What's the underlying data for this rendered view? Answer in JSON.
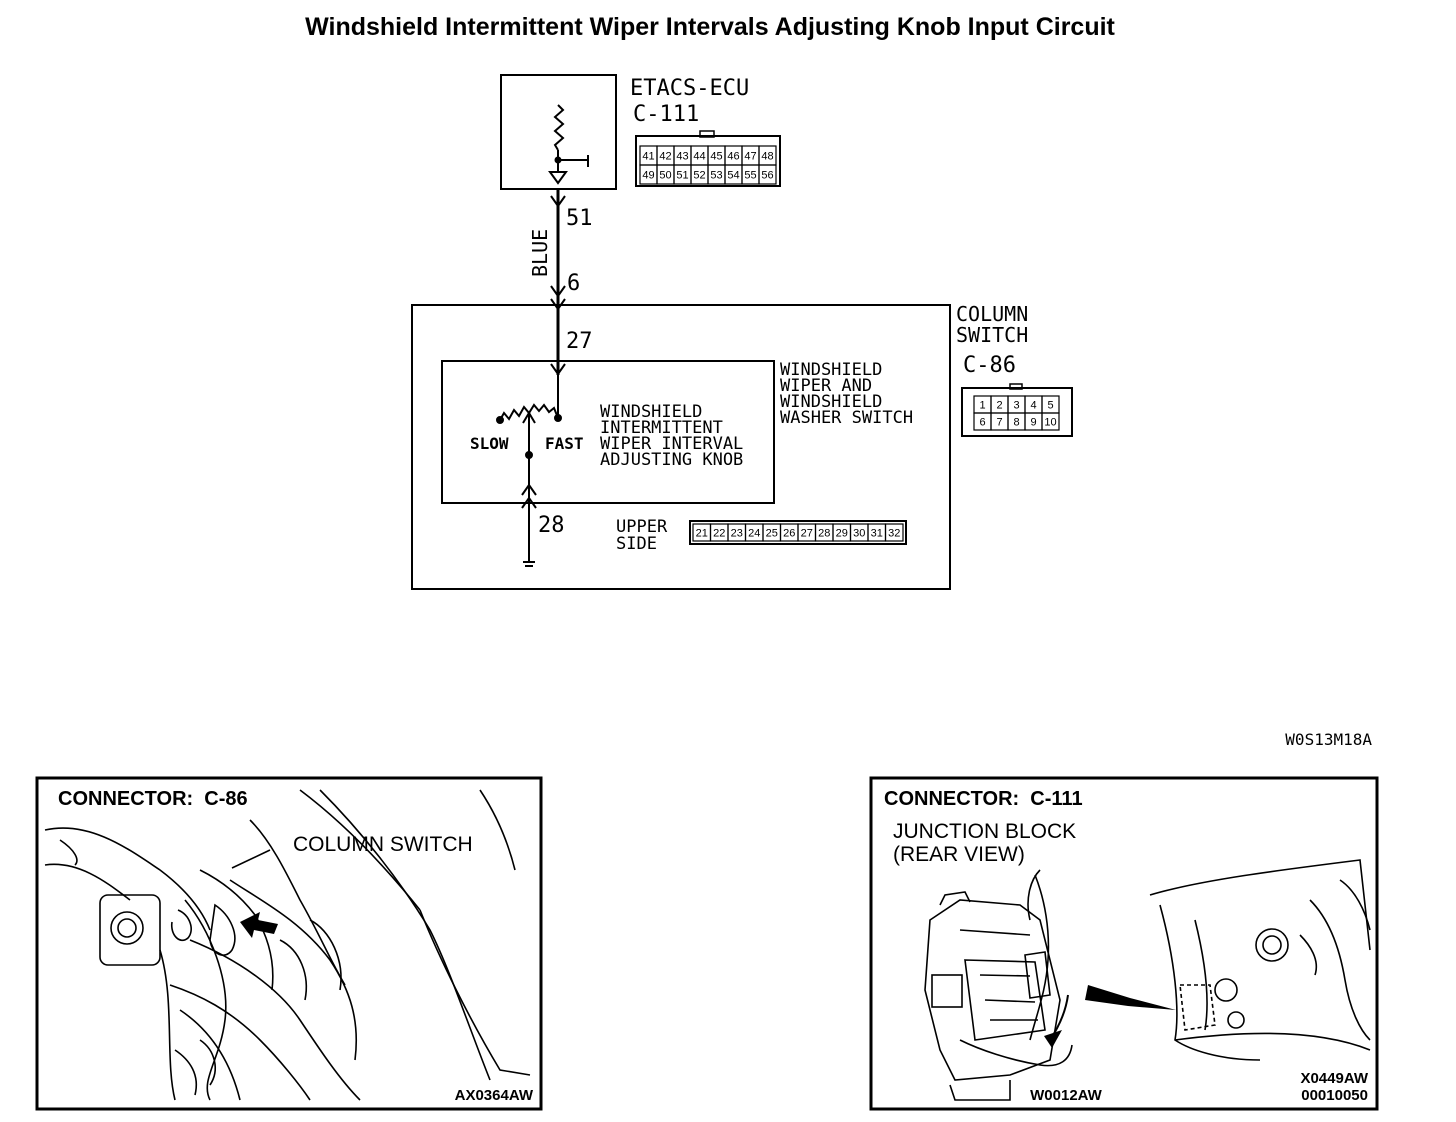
{
  "title": "Windshield Intermittent Wiper Intervals Adjusting Knob Input Circuit",
  "ecu": {
    "name": "ETACS-ECU",
    "connector": "C-111",
    "pins_top": [
      "41",
      "42",
      "43",
      "44",
      "45",
      "46",
      "47",
      "48"
    ],
    "pins_bottom": [
      "49",
      "50",
      "51",
      "52",
      "53",
      "54",
      "55",
      "56"
    ]
  },
  "wire": {
    "color": "BLUE",
    "ecu_pin": "51",
    "switch_pin": "6"
  },
  "column_switch": {
    "name_line1": "COLUMN",
    "name_line2": "SWITCH",
    "connector": "C-86",
    "pins_top": [
      "1",
      "2",
      "3",
      "4",
      "5"
    ],
    "pins_bottom": [
      "6",
      "7",
      "8",
      "9",
      "10"
    ],
    "washer_switch_lines": [
      "WINDSHIELD",
      "WIPER AND",
      "WINDSHIELD",
      "WASHER SWITCH"
    ],
    "knob_lines": [
      "WINDSHIELD",
      "INTERMITTENT",
      "WIPER INTERVAL",
      "ADJUSTING KNOB"
    ],
    "slow_label": "SLOW",
    "fast_label": "FAST",
    "pin_in": "27",
    "pin_out": "28",
    "upper_side_line1": "UPPER",
    "upper_side_line2": "SIDE",
    "upper_pins": [
      "21",
      "22",
      "23",
      "24",
      "25",
      "26",
      "27",
      "28",
      "29",
      "30",
      "31",
      "32"
    ]
  },
  "drawing_code": "W0S13M18A",
  "panels": {
    "left": {
      "heading": "CONNECTOR:  C-86",
      "label": "COLUMN SWITCH",
      "code": "AX0364AW"
    },
    "right": {
      "heading": "CONNECTOR:  C-111",
      "label_line1": "JUNCTION BLOCK",
      "label_line2": "(REAR VIEW)",
      "code_left": "W0012AW",
      "code_right1": "X0449AW",
      "code_right2": "00010050"
    }
  }
}
